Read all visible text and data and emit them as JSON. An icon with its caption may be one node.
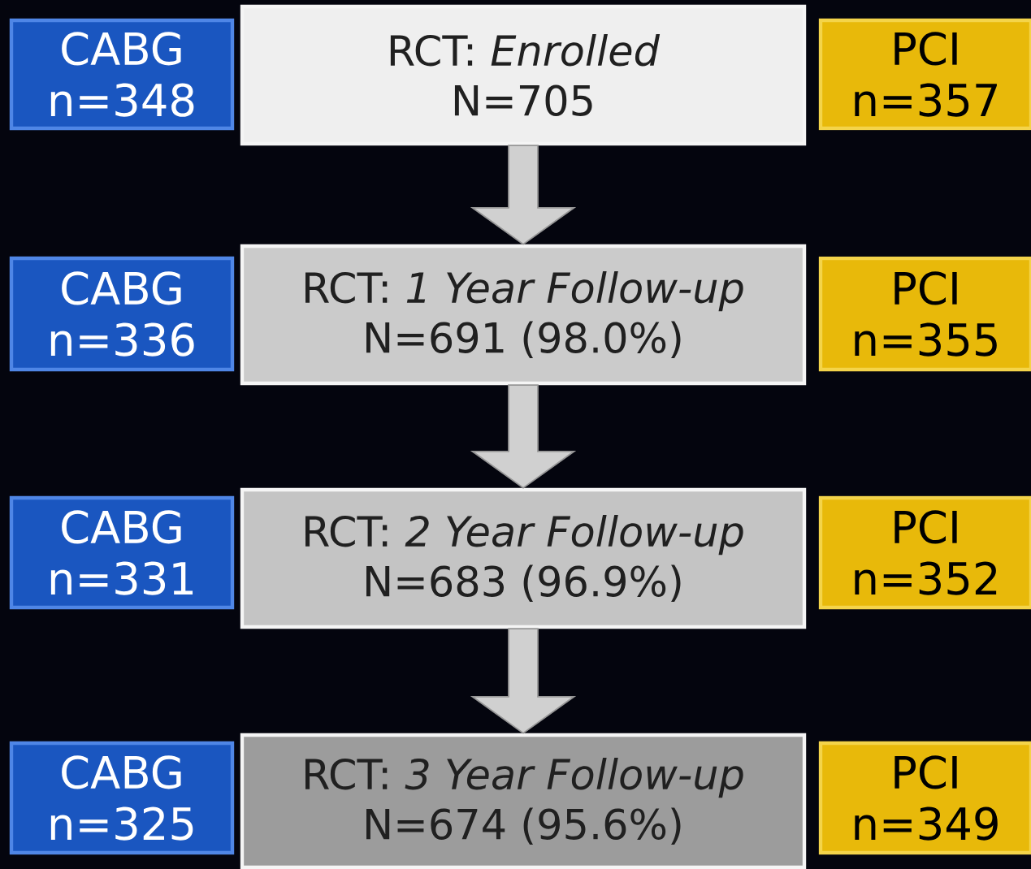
{
  "diagram": {
    "nodes": [
      {
        "text": [
          "CABG",
          "n=348"
        ]
      },
      {
        "text": [
          "RCT: *Enrolled*",
          "N=705"
        ]
      },
      {
        "text": [
          "PCI",
          "n=357"
        ]
      },
      {
        "text": [
          "CABG",
          "n=336"
        ]
      },
      {
        "text": [
          "RCT: *1 Year Follow-up*",
          "N=691 (98.0%)"
        ]
      },
      {
        "text": [
          "PCI",
          "n=355"
        ]
      },
      {
        "text": [
          "CABG",
          "n=331"
        ]
      },
      {
        "text": [
          "RCT: *2 Year Follow-up*",
          "N=683 (96.9%)"
        ]
      },
      {
        "text": [
          "PCI",
          "n=352"
        ]
      },
      {
        "text": [
          "CABG",
          "n=325"
        ]
      },
      {
        "text": [
          "RCT: *3 Year Follow-up*",
          "N=674 (95.6%)"
        ]
      },
      {
        "text": [
          "PCI",
          "n=349"
        ]
      }
    ],
    "edges": [
      {
        "from": 1,
        "to": 4,
        "arrow": "to"
      },
      {
        "from": 4,
        "to": 7,
        "arrow": "to"
      },
      {
        "from": 7,
        "to": 10,
        "arrow": "to"
      }
    ]
  }
}
